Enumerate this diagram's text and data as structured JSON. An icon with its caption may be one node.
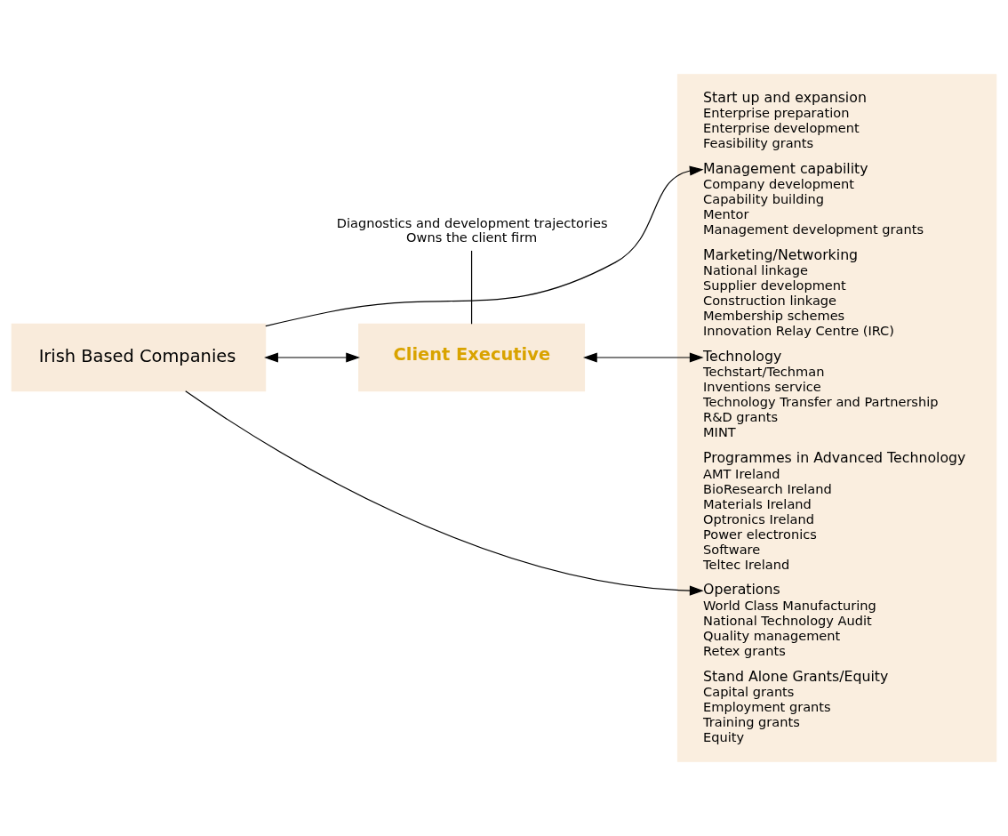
{
  "diagram": {
    "nodes": [
      {
        "text": [
          "Irish Based Companies"
        ]
      },
      {
        "text": [
          "Client Executive"
        ]
      },
      {
        "text": [
          "Start up and expansion",
          "Enterprise preparation",
          "Enterprise development",
          "Feasibility grants",
          "Management capability",
          "Company development",
          "Capability building",
          "Mentor",
          "Management development grants",
          "Marketing/Networking",
          "National linkage",
          "Supplier development",
          "Construction linkage",
          "Membership schemes",
          "Innovation Relay Centre (IRC)",
          "Technology",
          "Techstart/Techman",
          "Inventions service",
          "Technology Transfer and Partnership",
          "R&D grants",
          "MINT",
          "Programmes in Advanced Technology",
          "AMT Ireland",
          "BioResearch Ireland",
          "Materials Ireland",
          "Optronics Ireland",
          "Power electronics",
          "Software",
          "Teltec Ireland",
          "Operations",
          "World Class Manufacturing",
          "National Technology Audit",
          "Quality management",
          "Retex grants",
          "Stand Alone Grants/Equity",
          "Capital grants",
          "Employment grants",
          "Training grants",
          "Equity"
        ]
      },
      {
        "text": [
          "Diagnostics and development trajectories",
          "Owns the client firm"
        ]
      }
    ],
    "edges": [
      {
        "from": 0,
        "to": 1,
        "arrow": "both"
      },
      {
        "from": 1,
        "to": 2,
        "arrow": "both"
      },
      {
        "from": 0,
        "to": 2,
        "arrow": "to"
      },
      {
        "from": 0,
        "to": 2,
        "arrow": "to"
      },
      {
        "from": 3,
        "to": 1,
        "arrow": "none"
      }
    ]
  }
}
